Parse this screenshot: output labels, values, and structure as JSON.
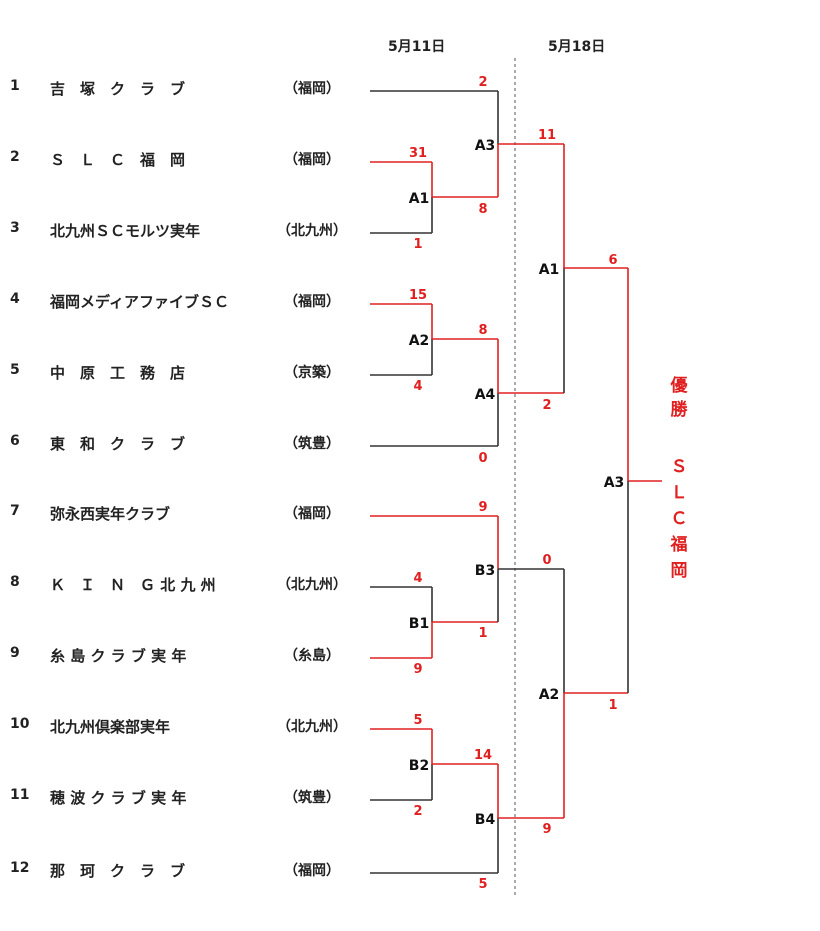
{
  "dates": {
    "round1": "5月11日",
    "round2": "5月18日"
  },
  "teams": [
    {
      "seed": "1",
      "name": "吉　塚　ク　ラ　ブ",
      "region": "（福岡）"
    },
    {
      "seed": "2",
      "name": "Ｓ　Ｌ　Ｃ　福　岡",
      "region": "（福岡）"
    },
    {
      "seed": "3",
      "name": "北九州ＳＣモルツ実年",
      "region": "（北九州）"
    },
    {
      "seed": "4",
      "name": "福岡メディアファイブＳＣ",
      "region": "（福岡）"
    },
    {
      "seed": "5",
      "name": "中　原　工　務　店",
      "region": "（京築）"
    },
    {
      "seed": "6",
      "name": "東　和　ク　ラ　ブ",
      "region": "（筑豊）"
    },
    {
      "seed": "7",
      "name": "弥永西実年クラブ",
      "region": "（福岡）"
    },
    {
      "seed": "8",
      "name": "Ｋ　Ｉ　Ｎ　Ｇ 北 九 州",
      "region": "（北九州）"
    },
    {
      "seed": "9",
      "name": "糸 島 ク ラ ブ 実 年",
      "region": "（糸島）"
    },
    {
      "seed": "10",
      "name": "北九州倶楽部実年",
      "region": "（北九州）"
    },
    {
      "seed": "11",
      "name": "穂 波 ク ラ ブ 実 年",
      "region": "（筑豊）"
    },
    {
      "seed": "12",
      "name": "那　珂　ク　ラ　ブ",
      "region": "（福岡）"
    }
  ],
  "matches": [
    {
      "id": "A1",
      "label": "A1",
      "score_top": "31",
      "score_bottom": "1"
    },
    {
      "id": "A2",
      "label": "A2",
      "score_top": "15",
      "score_bottom": "4"
    },
    {
      "id": "B1",
      "label": "B1",
      "score_top": "4",
      "score_bottom": "9"
    },
    {
      "id": "B2",
      "label": "B2",
      "score_top": "5",
      "score_bottom": "2"
    },
    {
      "id": "A3",
      "label": "A3",
      "score_top": "2",
      "score_bottom": "8"
    },
    {
      "id": "A4",
      "label": "A4",
      "score_top": "8",
      "score_bottom": "0"
    },
    {
      "id": "B3",
      "label": "B3",
      "score_top": "9",
      "score_bottom": "1"
    },
    {
      "id": "B4",
      "label": "B4",
      "score_top": "14",
      "score_bottom": "5"
    },
    {
      "id": "SA1",
      "label": "A1",
      "score_top": "11",
      "score_bottom": "2"
    },
    {
      "id": "SA2",
      "label": "A2",
      "score_top": "0",
      "score_bottom": "9"
    },
    {
      "id": "F",
      "label": "A3",
      "score_top": "6",
      "score_bottom": "1"
    }
  ],
  "champion": {
    "label": "優勝",
    "team": "ＳＬＣ福岡"
  },
  "colors": {
    "winner": "#e02020",
    "loser": "#333333",
    "text": "#222222"
  }
}
